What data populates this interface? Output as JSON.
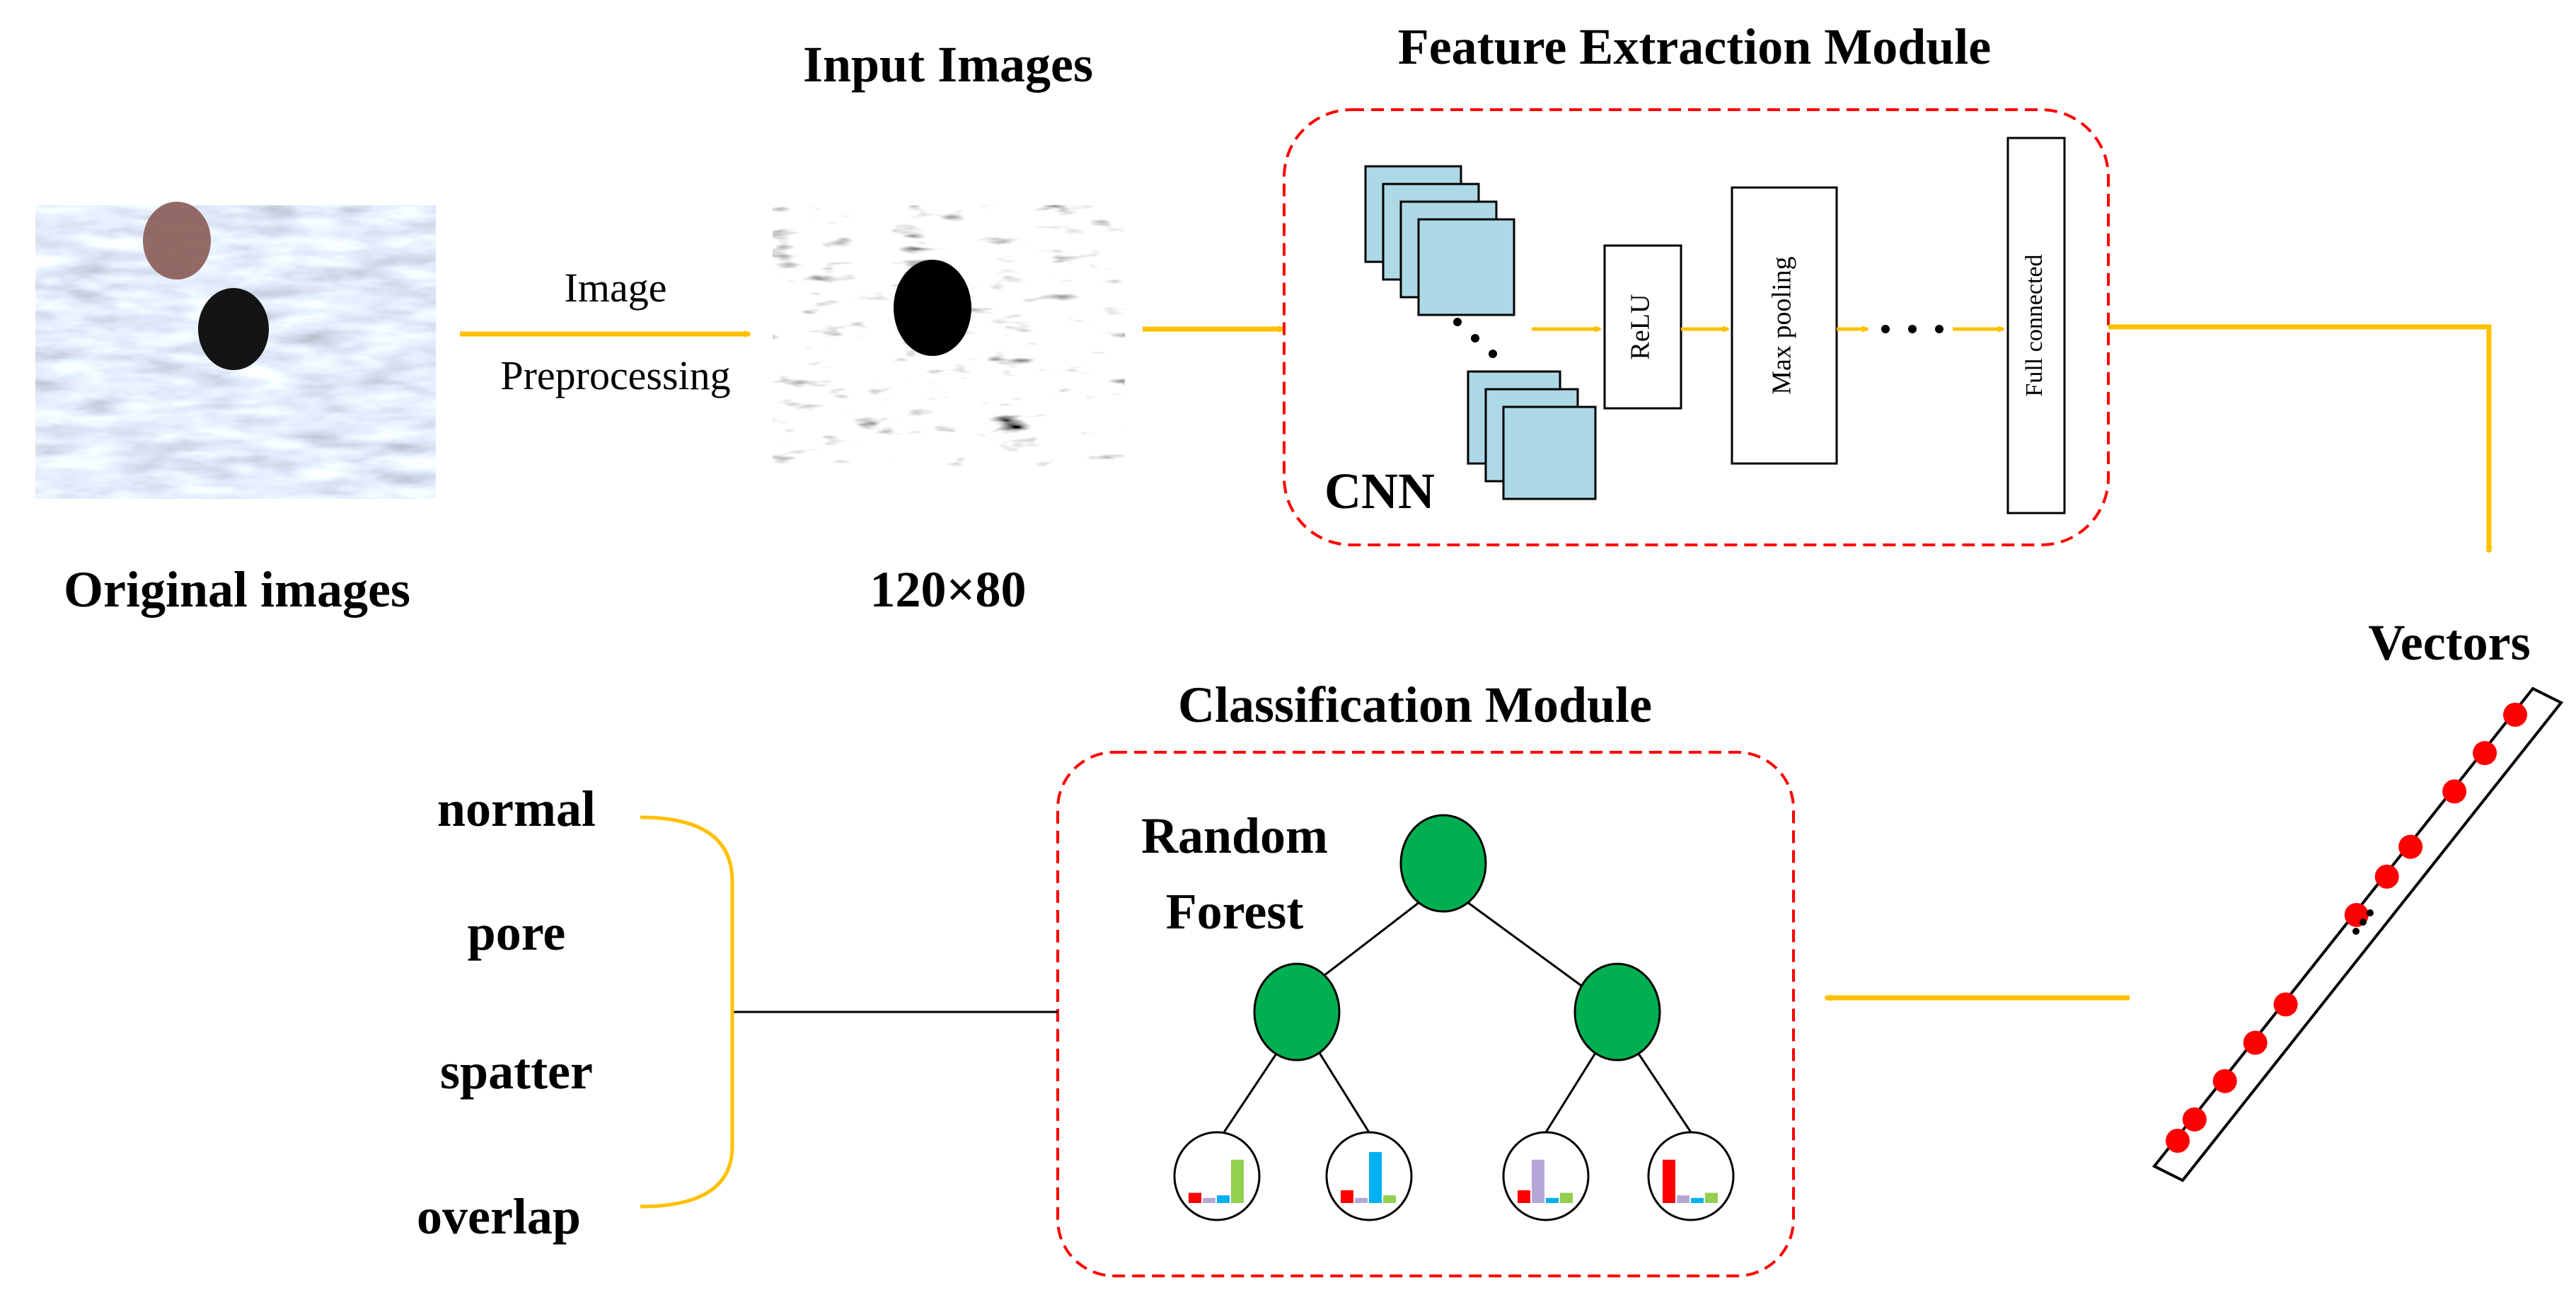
{
  "labels": {
    "input_images_title": "Input Images",
    "feature_module_title": "Feature Extraction Module",
    "preprocess_line1": "Image",
    "preprocess_line2": "Preprocessing",
    "original_caption": "Original images",
    "size_caption": "120×80",
    "cnn_label": "CNN",
    "relu": "ReLU",
    "max_pooling": "Max pooling",
    "full_connected": "Full connected",
    "vectors": "Vectors",
    "classification_module_title": "Classification Module",
    "random_forest_line1": "Random",
    "random_forest_line2": "Forest"
  },
  "classes": [
    "normal",
    "pore",
    "spatter",
    "overlap"
  ],
  "colors": {
    "arrow": "#FFC000",
    "module_border": "#FF0000",
    "feature_map_fill": "#ADD8E6",
    "tree_node": "#00B050",
    "vector_dot": "#FF0000",
    "bar_red": "#FF0000",
    "bar_blue": "#00B0F0",
    "bar_purple": "#B4A7D6",
    "bar_green": "#92D050"
  },
  "leaf_histograms": [
    [
      0.2,
      0.1,
      0.15,
      0.85
    ],
    [
      0.25,
      0.1,
      1.0,
      0.15
    ],
    [
      0.25,
      0.85,
      0.1,
      0.2
    ],
    [
      0.85,
      0.15,
      0.1,
      0.2
    ]
  ]
}
